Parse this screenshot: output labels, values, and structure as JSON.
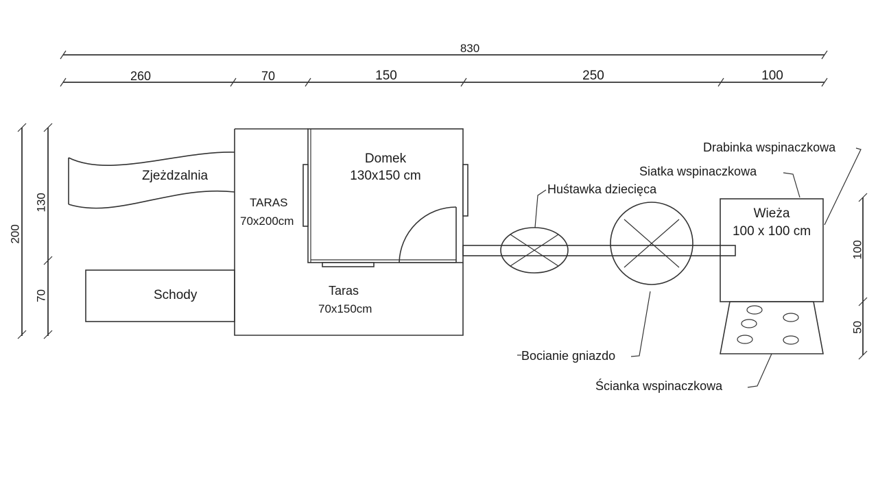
{
  "dimensions": {
    "total": "830",
    "segments": [
      "260",
      "70",
      "150",
      "250",
      "100"
    ],
    "left_total": "200",
    "left_upper": "130",
    "left_lower": "70",
    "right_upper": "100",
    "right_lower": "50"
  },
  "labels": {
    "slide": "Zjeżdzalnia",
    "stairs": "Schody",
    "terrace_upper_title": "TARAS",
    "terrace_upper_size": "70x200cm",
    "house_title": "Domek",
    "house_size": "130x150 cm",
    "terrace_lower_title": "Taras",
    "terrace_lower_size": "70x150cm",
    "swing": "Huśtawka dziecięca",
    "nest": "Bocianie gniazdo",
    "tower_title": "Wieża",
    "tower_size": "100 x 100 cm",
    "ladder": "Drabinka wspinaczkowa",
    "net": "Siatka wspinaczkowa",
    "wall": "Ścianka wspinaczkowa"
  }
}
